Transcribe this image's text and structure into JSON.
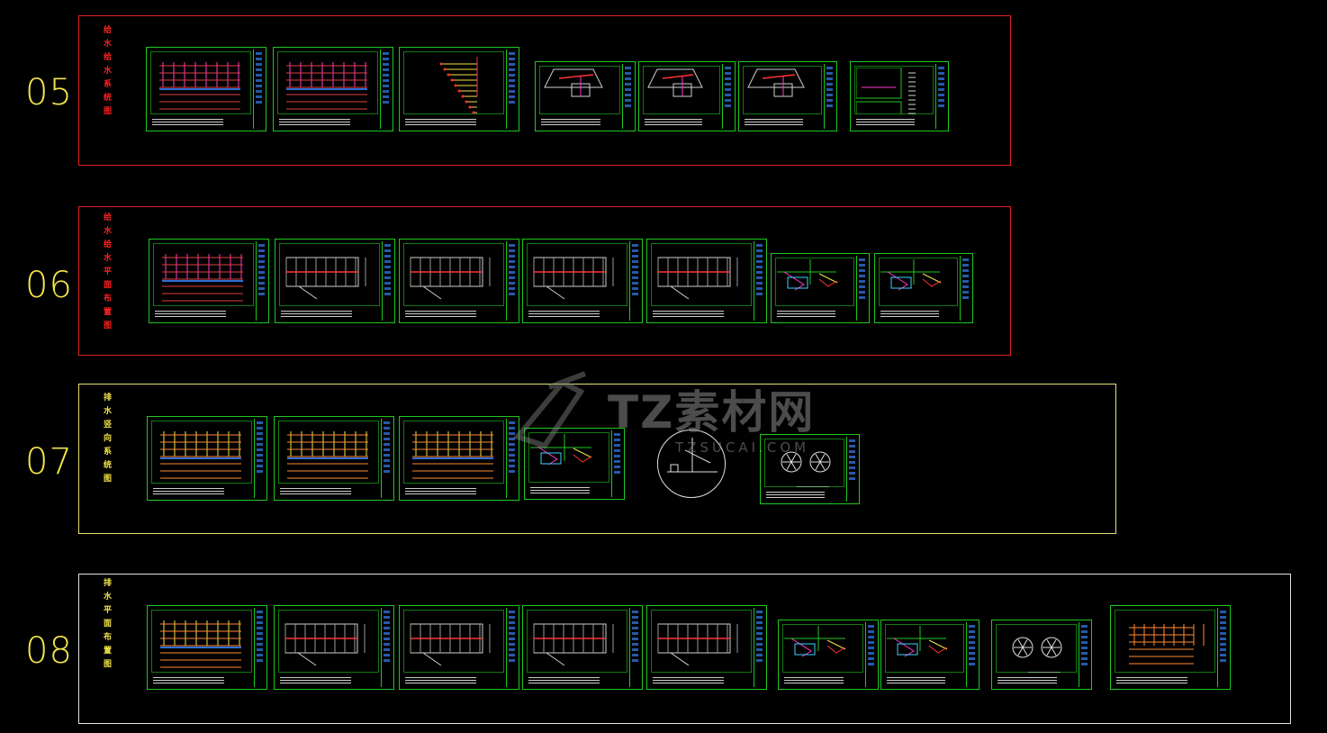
{
  "groups": [
    {
      "id": "05",
      "number": "05",
      "title": "给水给水系统图",
      "title_color": "#ff2020"
    },
    {
      "id": "06",
      "number": "06",
      "title": "给水给水平面布置图",
      "title_color": "#ff2020"
    },
    {
      "id": "07",
      "number": "07",
      "title": "排水竖向系统图",
      "title_color": "#f2e44a"
    },
    {
      "id": "08",
      "number": "08",
      "title": "排水平面布置图",
      "title_color": "#f2e44a"
    }
  ],
  "watermark": {
    "main": "TZ素材网",
    "sub": "TZSUCAI.COM"
  },
  "colors": {
    "background": "#000000",
    "sheet_border": "#1ec81e",
    "red_frame": "#e02020",
    "yellow_frame": "#e8e070",
    "white_frame": "#e0e0e0",
    "number": "#f2e44a"
  }
}
